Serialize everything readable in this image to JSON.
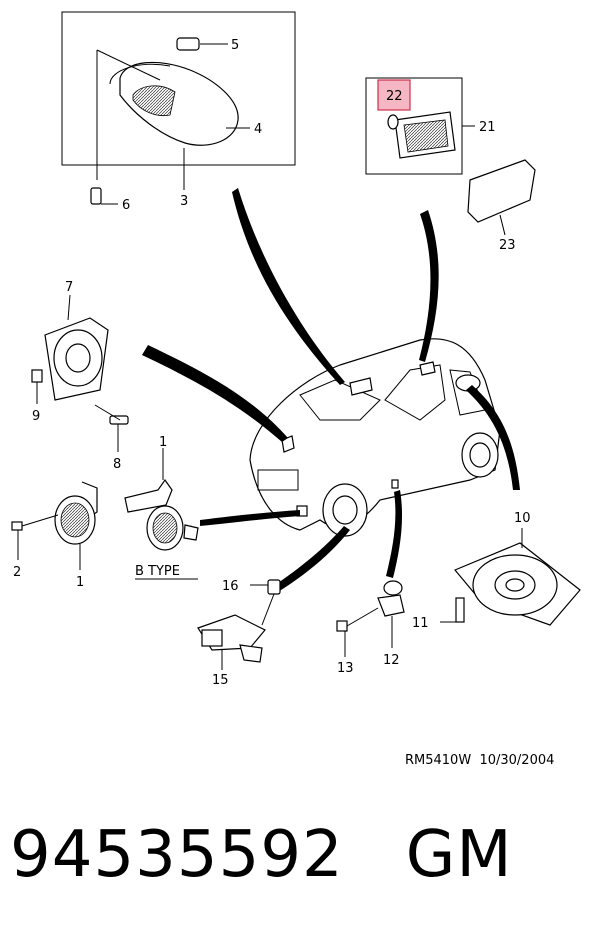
{
  "callouts": {
    "c1a": "1",
    "c1b": "1",
    "c2": "2",
    "c3": "3",
    "c4": "4",
    "c5": "5",
    "c6": "6",
    "c7": "7",
    "c8": "8",
    "c9": "9",
    "c10": "10",
    "c11": "11",
    "c12": "12",
    "c13": "13",
    "c15": "15",
    "c16": "16",
    "c21": "21",
    "c22": "22",
    "c23": "23"
  },
  "b_type_label": "B TYPE",
  "reference": {
    "code": "RM5410W",
    "date": "10/30/2004"
  },
  "footer": {
    "part_number": "94535592",
    "brand": "GM"
  },
  "colors": {
    "highlight_box": "#f4b7c3",
    "highlight_border": "#d0304a"
  }
}
